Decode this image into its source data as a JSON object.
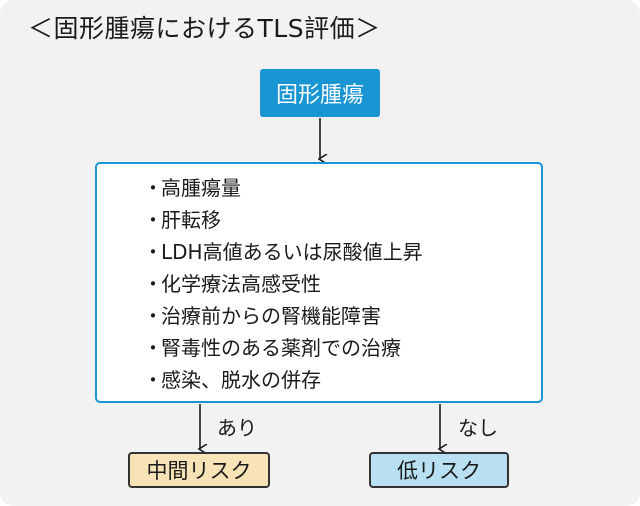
{
  "title": "＜固形腫瘍におけるTLS評価＞",
  "start_node": "固形腫瘍",
  "criteria": [
    "高腫瘍量",
    "肝転移",
    "LDH高値あるいは尿酸値上昇",
    "化学療法高感受性",
    "治療前からの腎機能障害",
    "腎毒性のある薬剤での治療",
    "感染、脱水の併存"
  ],
  "bullet": "・",
  "branches": {
    "yes_label": "あり",
    "no_label": "なし"
  },
  "outcomes": {
    "intermediate_risk": "中間リスク",
    "low_risk": "低リスク"
  },
  "colors": {
    "panel_bg": "#f2f2f2",
    "start_node_fill": "#1a95d4",
    "criteria_border": "#1a95d4",
    "intermediate_fill": "#f7e3b5",
    "low_fill": "#b9dff2"
  }
}
